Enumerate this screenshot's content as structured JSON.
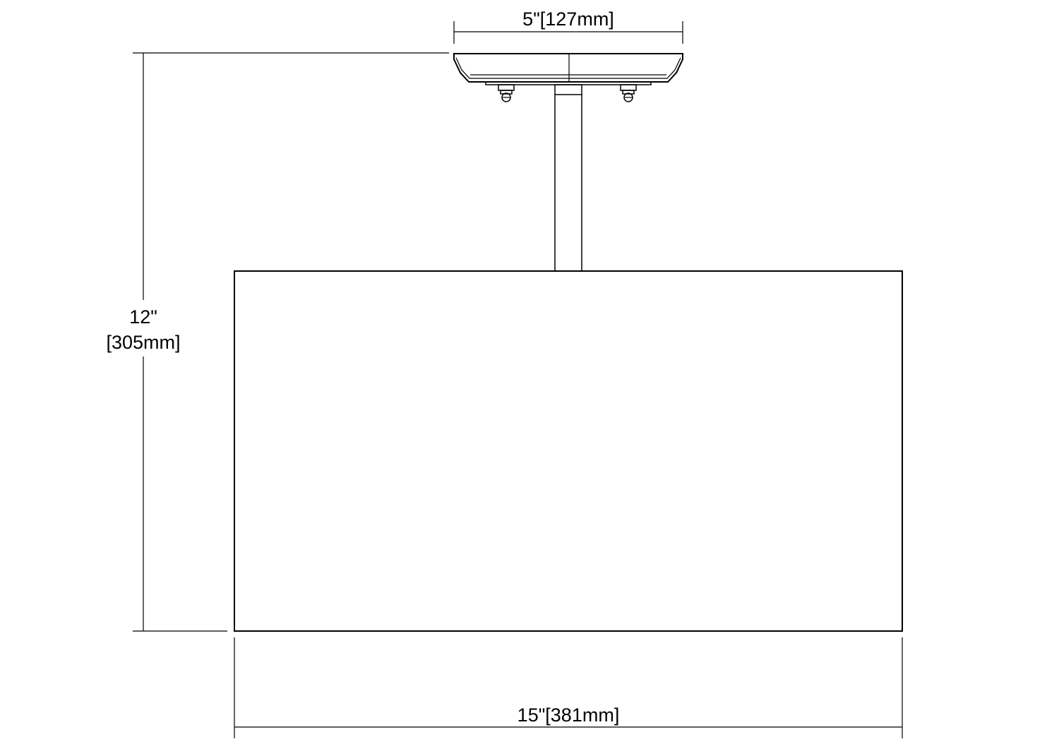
{
  "dimensions": {
    "canopy_width": "5\"[127mm]",
    "height_inches": "12\"",
    "height_mm": "[305mm]",
    "shade_width": "15\"[381mm]"
  },
  "colors": {
    "line": "#000000",
    "background": "#ffffff"
  }
}
